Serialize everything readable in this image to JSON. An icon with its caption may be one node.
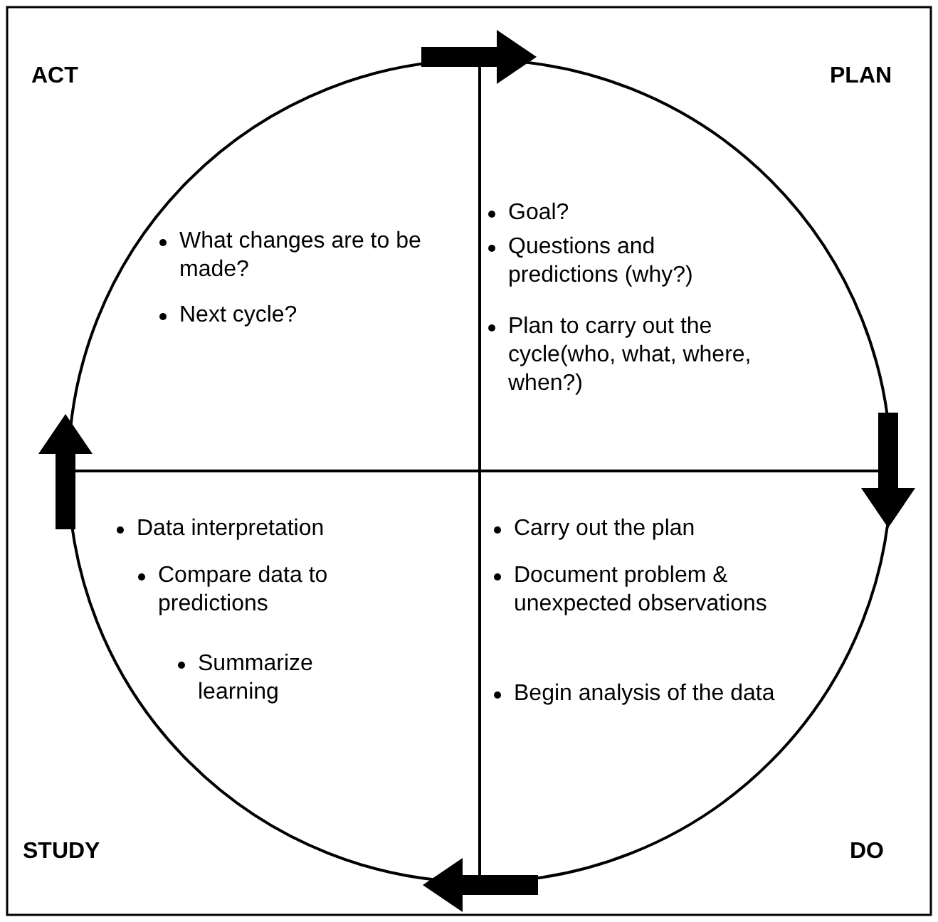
{
  "diagram": {
    "nodes": [
      {
        "text": [
          "ACT",
          "What changes are to be made?",
          "Next cycle?"
        ]
      },
      {
        "text": [
          "PLAN",
          "Goal?",
          "Questions and predictions (why?)",
          "Plan to carry out the cycle(who, what, where, when?)"
        ]
      },
      {
        "text": [
          "STUDY",
          "Data interpretation",
          "Compare data to predictions",
          "Summarize learning"
        ]
      },
      {
        "text": [
          "DO",
          "Carry out the plan",
          "Document problem & unexpected observations",
          "Begin analysis of the data"
        ]
      }
    ],
    "edges": [
      {
        "from": 0,
        "to": 1,
        "arrow": "to"
      },
      {
        "from": 1,
        "to": 3,
        "arrow": "to"
      },
      {
        "from": 3,
        "to": 2,
        "arrow": "to"
      },
      {
        "from": 2,
        "to": 0,
        "arrow": "to"
      }
    ]
  }
}
